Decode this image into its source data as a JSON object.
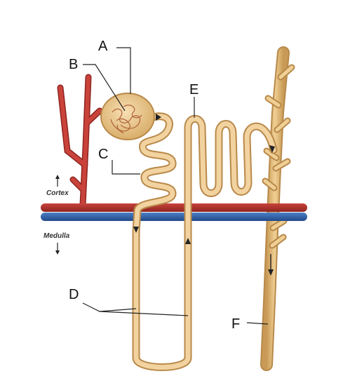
{
  "labels": {
    "a": "A",
    "b": "B",
    "c": "C",
    "d": "D",
    "e": "E",
    "f": "F"
  },
  "regions": {
    "cortex": "Cortex",
    "medulla": "Medulla"
  },
  "colors": {
    "tubule_outline": "#c49a5a",
    "tubule_fill": "#f2d3a0",
    "artery": "#b7302a",
    "vein": "#2f5fa8",
    "capsule": "#e6c48a",
    "duct": "#d9b06e"
  }
}
